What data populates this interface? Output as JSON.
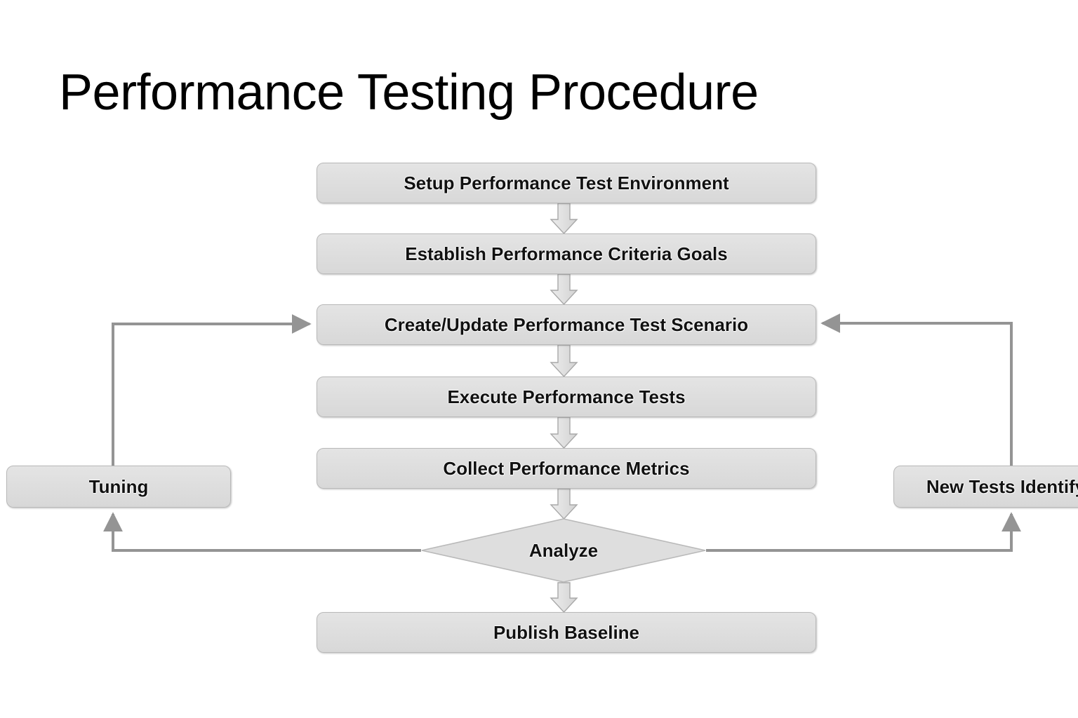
{
  "slide": {
    "title": "Performance Testing Procedure",
    "background_color": "#ffffff"
  },
  "theme": {
    "node_fill": "#dedede",
    "node_border": "#b9b9b9",
    "connector_color": "#949494",
    "arrow_fill": "#e2e2e2",
    "arrow_stroke": "#a8a8a8",
    "text_color": "#111111"
  },
  "flow": {
    "nodes": [
      {
        "id": "setup",
        "label": "Setup Performance Test Environment",
        "shape": "rounded-rect"
      },
      {
        "id": "establish",
        "label": "Establish Performance Criteria Goals",
        "shape": "rounded-rect"
      },
      {
        "id": "create",
        "label": "Create/Update Performance Test Scenario",
        "shape": "rounded-rect"
      },
      {
        "id": "execute",
        "label": "Execute Performance Tests",
        "shape": "rounded-rect"
      },
      {
        "id": "collect",
        "label": "Collect Performance Metrics",
        "shape": "rounded-rect"
      },
      {
        "id": "analyze",
        "label": "Analyze",
        "shape": "diamond"
      },
      {
        "id": "publish",
        "label": "Publish Baseline",
        "shape": "rounded-rect"
      },
      {
        "id": "tuning",
        "label": "Tuning",
        "shape": "rounded-rect"
      },
      {
        "id": "newtests",
        "label": "New Tests Identify",
        "shape": "rounded-rect"
      }
    ],
    "edges": [
      {
        "from": "setup",
        "to": "establish",
        "style": "block-arrow-down"
      },
      {
        "from": "establish",
        "to": "create",
        "style": "block-arrow-down"
      },
      {
        "from": "create",
        "to": "execute",
        "style": "block-arrow-down"
      },
      {
        "from": "execute",
        "to": "collect",
        "style": "block-arrow-down"
      },
      {
        "from": "collect",
        "to": "analyze",
        "style": "block-arrow-down"
      },
      {
        "from": "analyze",
        "to": "publish",
        "style": "block-arrow-down"
      },
      {
        "from": "analyze",
        "to": "tuning",
        "style": "elbow-line-left"
      },
      {
        "from": "tuning",
        "to": "create",
        "style": "elbow-line-up-right"
      },
      {
        "from": "analyze",
        "to": "newtests",
        "style": "elbow-line-right"
      },
      {
        "from": "newtests",
        "to": "create",
        "style": "elbow-line-up-left"
      }
    ]
  }
}
